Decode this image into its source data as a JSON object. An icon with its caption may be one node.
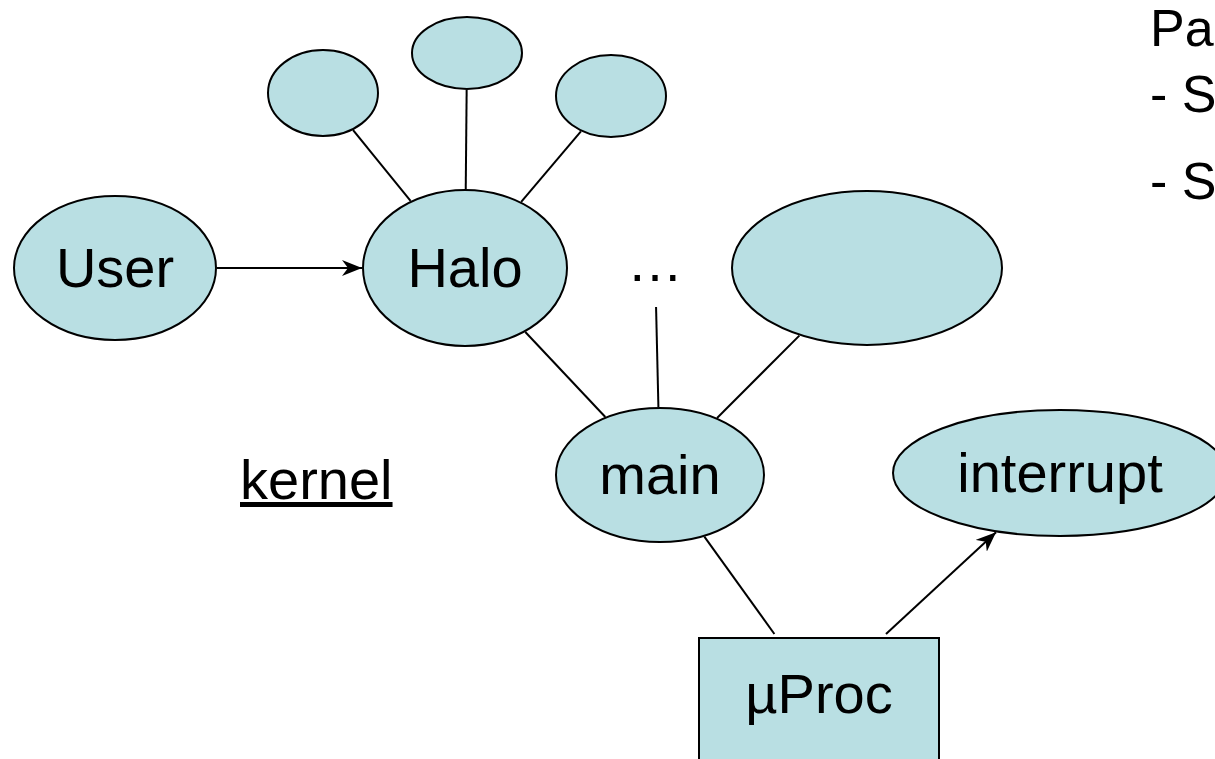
{
  "diagram": {
    "nodes": [
      {
        "text": [],
        "shape": "ellipse"
      },
      {
        "text": [],
        "shape": "ellipse"
      },
      {
        "text": [],
        "shape": "ellipse"
      },
      {
        "text": [
          "User"
        ]
      },
      {
        "text": [
          "Halo"
        ]
      },
      {
        "text": [
          "…"
        ]
      },
      {
        "text": [],
        "shape": "ellipse"
      },
      {
        "text": [
          "main"
        ]
      },
      {
        "text": [
          "interrupt"
        ]
      },
      {
        "text": [
          "µProc"
        ]
      }
    ],
    "edges": [
      {
        "from": 0,
        "to": 4,
        "arrow": "none"
      },
      {
        "from": 1,
        "to": 4,
        "arrow": "none"
      },
      {
        "from": 2,
        "to": 4,
        "arrow": "none"
      },
      {
        "from": 3,
        "to": 4,
        "arrow": "to"
      },
      {
        "from": 4,
        "to": 7,
        "arrow": "none"
      },
      {
        "from": 5,
        "to": 7,
        "arrow": "none"
      },
      {
        "from": 6,
        "to": 7,
        "arrow": "none"
      },
      {
        "from": 7,
        "to": 9,
        "arrow": "none"
      },
      {
        "from": 9,
        "to": 8,
        "arrow": "to"
      }
    ],
    "labels": [
      "Pa",
      "- S",
      "- S",
      "kernel"
    ]
  }
}
